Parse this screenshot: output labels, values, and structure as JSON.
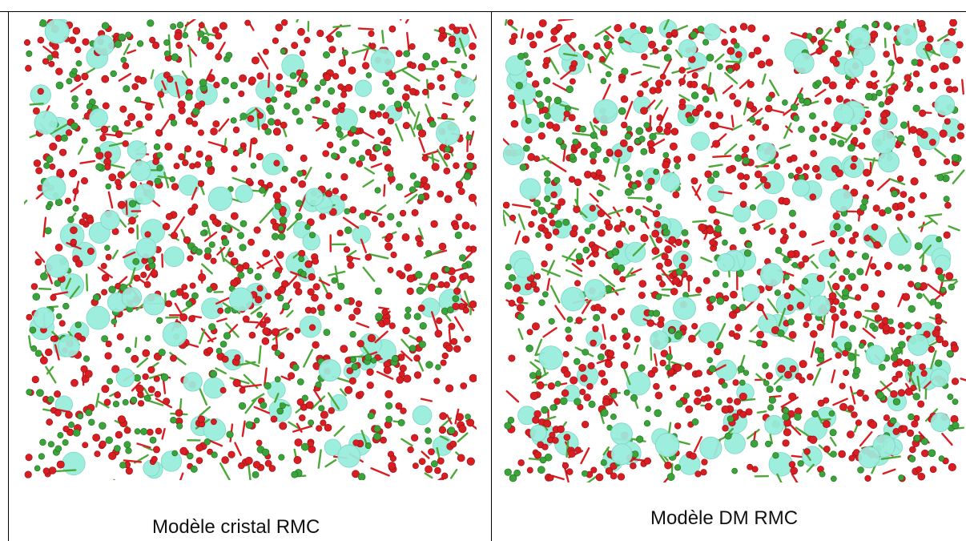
{
  "panels": [
    {
      "caption": "Modèle cristal RMC",
      "seed": 11,
      "bonds": 360,
      "oxygens": 720,
      "silicons": 340,
      "cations": 95
    },
    {
      "caption": "Modèle DM RMC",
      "seed": 29,
      "bonds": 380,
      "oxygens": 760,
      "silicons": 360,
      "cations": 130
    }
  ],
  "colors": {
    "oxygen": "#d81e22",
    "silicon": "#3aa43a",
    "cation": "#9eeede",
    "bond": "#4da83a"
  }
}
